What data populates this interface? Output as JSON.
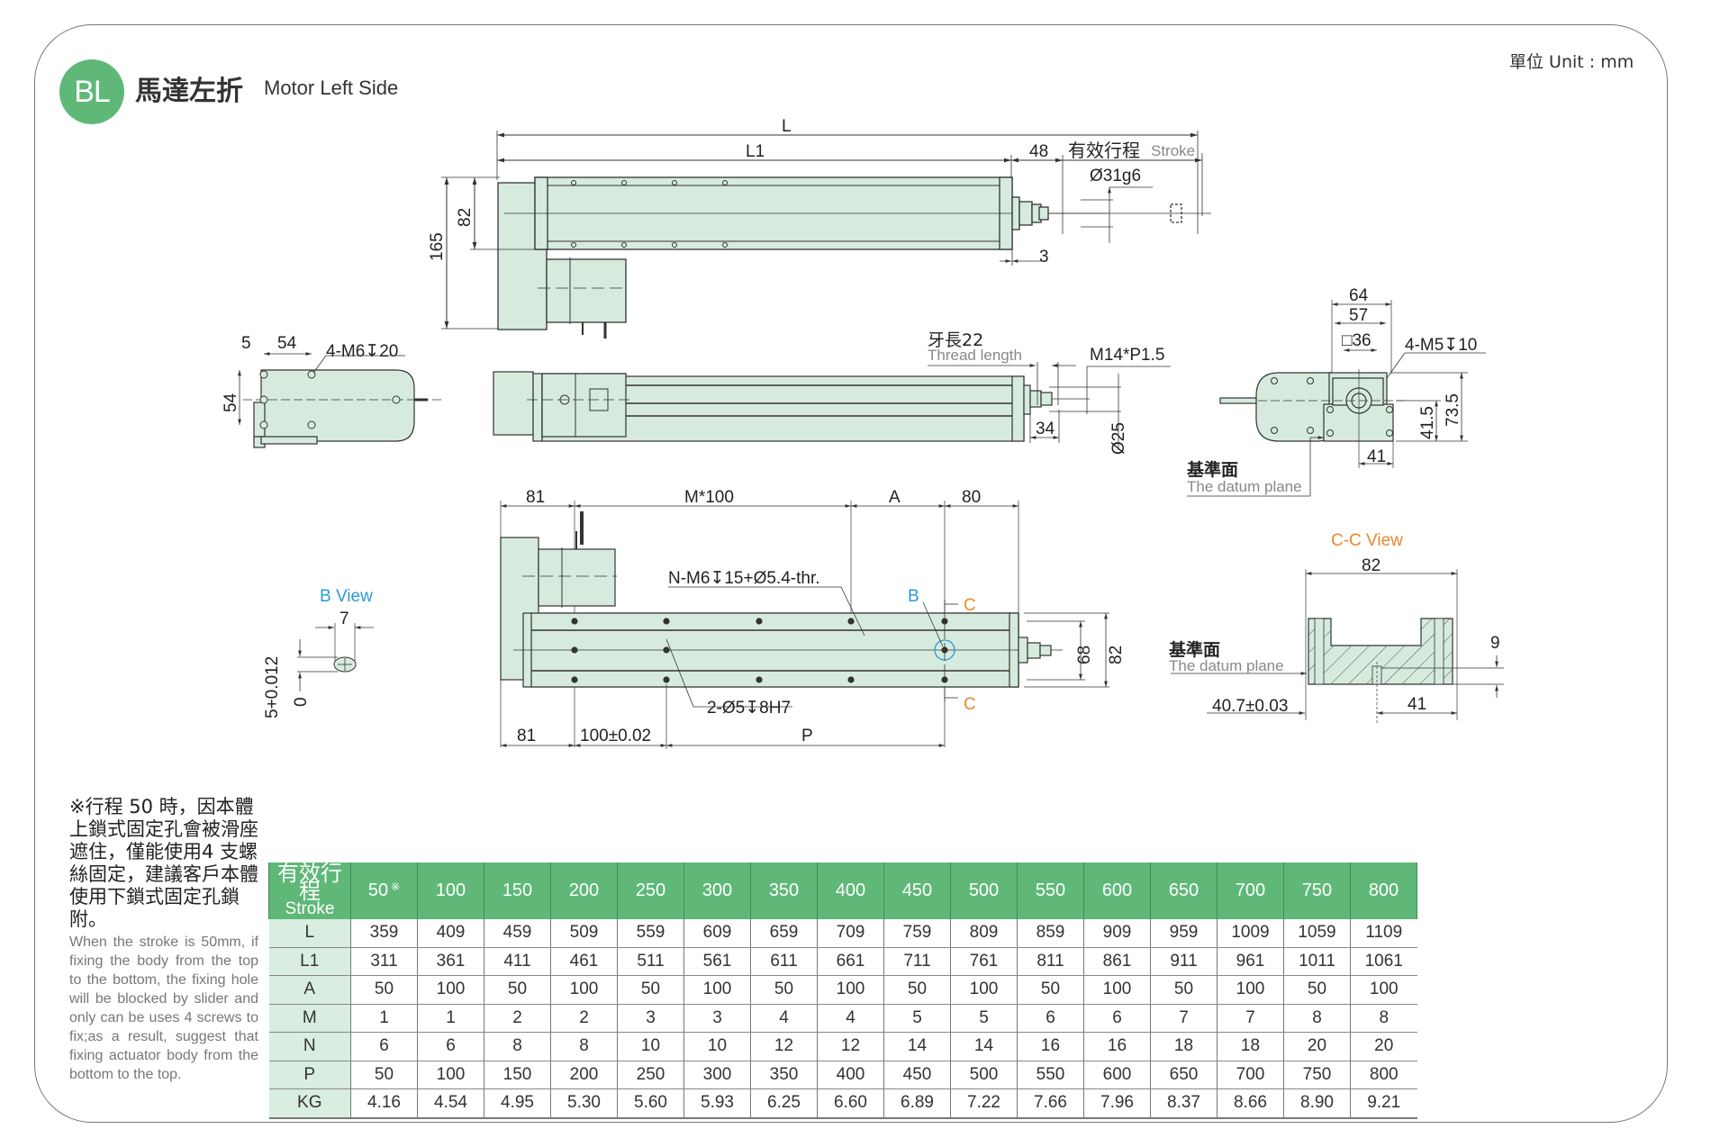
{
  "header": {
    "badge": "BL",
    "title_zh": "馬達左折",
    "title_en": "Motor Left Side",
    "unit": "單位 Unit : mm"
  },
  "colors": {
    "brand_green": "#5fb878",
    "body_fill": "#d6ebdd",
    "b_view_blue": "#2b9ad6",
    "cc_view_orange": "#e8892a"
  },
  "top_view": {
    "dim_L": "L",
    "dim_L1": "L1",
    "dim_48": "48",
    "stroke_zh": "有效行程",
    "stroke_en": "Stroke",
    "dia_rod": "Ø31g6",
    "dim_165": "165",
    "dim_82": "82",
    "dim_3": "3"
  },
  "side_view": {
    "thread_zh": "牙長22",
    "thread_en": "Thread length",
    "thread_spec": "M14*P1.5",
    "dim_34": "34",
    "dia_25": "Ø25"
  },
  "left_end_view": {
    "dim_5": "5",
    "dim_54_h": "54",
    "dim_54_v": "54",
    "holes": "4-M6↧20"
  },
  "right_end_view": {
    "dim_64": "64",
    "dim_57": "57",
    "square_36": "□36",
    "holes": "4-M5↧10",
    "dim_73_5": "73.5",
    "dim_41_5": "41.5",
    "dim_41": "41",
    "datum_zh": "基準面",
    "datum_en": "The datum plane"
  },
  "bottom_view": {
    "dim_81_top": "81",
    "dim_M100": "M*100",
    "dim_A": "A",
    "dim_80": "80",
    "holes_N": "N-M6↧15+Ø5.4-thr.",
    "holes_pin": "2-Ø5↧8H7",
    "label_B": "B",
    "label_C_top": "C",
    "label_C_bottom": "C",
    "dim_68": "68",
    "dim_82": "82",
    "dim_81_bottom": "81",
    "dim_100": "100±0.02",
    "dim_P": "P"
  },
  "b_view": {
    "title": "B View",
    "dim_7": "7",
    "tol": "5+0.012",
    "tol_low": "0"
  },
  "cc_view": {
    "title": "C-C View",
    "dim_82": "82",
    "dim_9": "9",
    "dim_40_7": "40.7±0.03",
    "dim_41": "41",
    "datum_zh": "基準面",
    "datum_en": "The datum plane"
  },
  "note": {
    "zh": "※行程 50 時，因本體上鎖式固定孔會被滑座遮住，僅能使用4 支螺絲固定，建議客戶本體使用下鎖式固定孔鎖附。",
    "en": "When the stroke is 50mm, if fixing the body from the top to the bottom, the fixing hole will be blocked by slider and only can be uses 4 screws to fix;as a result, suggest that fixing actuator body from the bottom to the top."
  },
  "table": {
    "header_zh": "有效行程",
    "header_en": "Stroke",
    "strokes": [
      "50",
      "100",
      "150",
      "200",
      "250",
      "300",
      "350",
      "400",
      "450",
      "500",
      "550",
      "600",
      "650",
      "700",
      "750",
      "800"
    ],
    "first_stroke_mark": "※",
    "rows": [
      {
        "label": "L",
        "values": [
          "359",
          "409",
          "459",
          "509",
          "559",
          "609",
          "659",
          "709",
          "759",
          "809",
          "859",
          "909",
          "959",
          "1009",
          "1059",
          "1109"
        ]
      },
      {
        "label": "L1",
        "values": [
          "311",
          "361",
          "411",
          "461",
          "511",
          "561",
          "611",
          "661",
          "711",
          "761",
          "811",
          "861",
          "911",
          "961",
          "1011",
          "1061"
        ]
      },
      {
        "label": "A",
        "values": [
          "50",
          "100",
          "50",
          "100",
          "50",
          "100",
          "50",
          "100",
          "50",
          "100",
          "50",
          "100",
          "50",
          "100",
          "50",
          "100"
        ]
      },
      {
        "label": "M",
        "values": [
          "1",
          "1",
          "2",
          "2",
          "3",
          "3",
          "4",
          "4",
          "5",
          "5",
          "6",
          "6",
          "7",
          "7",
          "8",
          "8"
        ]
      },
      {
        "label": "N",
        "values": [
          "6",
          "6",
          "8",
          "8",
          "10",
          "10",
          "12",
          "12",
          "14",
          "14",
          "16",
          "16",
          "18",
          "18",
          "20",
          "20"
        ]
      },
      {
        "label": "P",
        "values": [
          "50",
          "100",
          "150",
          "200",
          "250",
          "300",
          "350",
          "400",
          "450",
          "500",
          "550",
          "600",
          "650",
          "700",
          "750",
          "800"
        ]
      },
      {
        "label": "KG",
        "values": [
          "4.16",
          "4.54",
          "4.95",
          "5.30",
          "5.60",
          "5.93",
          "6.25",
          "6.60",
          "6.89",
          "7.22",
          "7.66",
          "7.96",
          "8.37",
          "8.66",
          "8.90",
          "9.21"
        ]
      }
    ]
  }
}
